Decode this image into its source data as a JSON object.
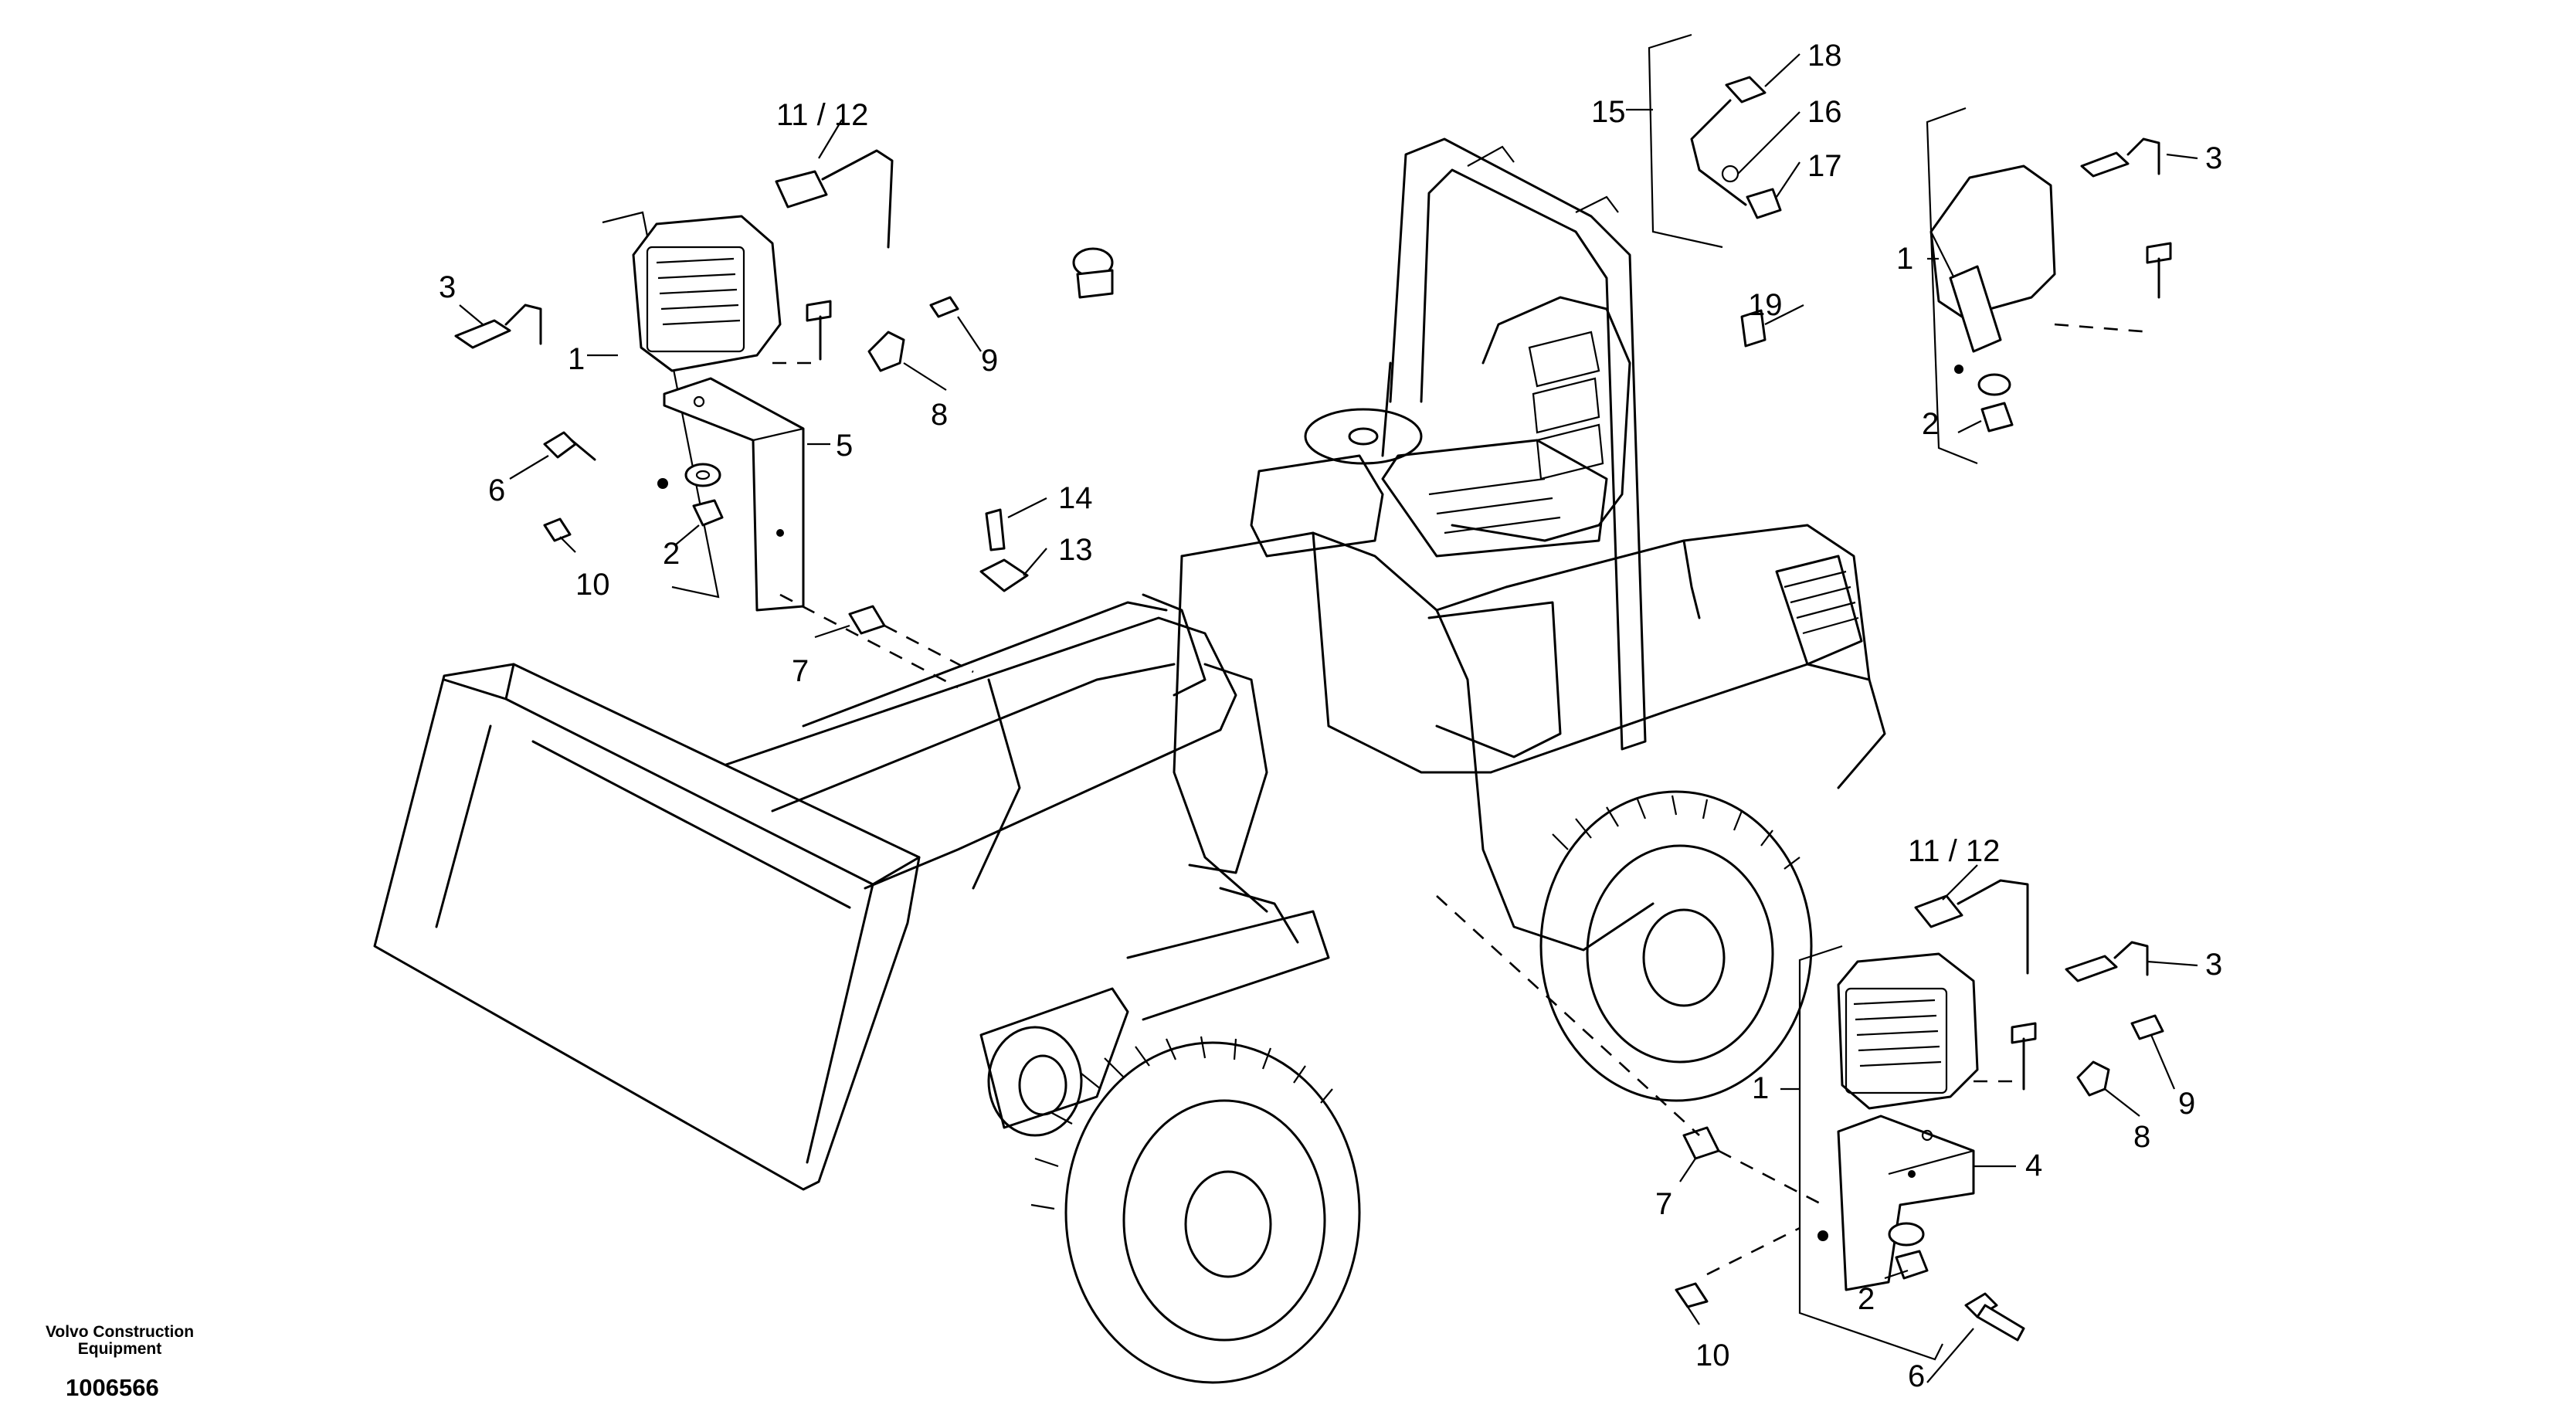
{
  "footer": {
    "brand_line1": "Volvo Construction",
    "brand_line2": "Equipment",
    "drawing_number": "1006566"
  },
  "callouts": {
    "front_left": {
      "c11_12": "11 / 12",
      "c3": "3",
      "c1": "1",
      "c6": "6",
      "c10": "10",
      "c2": "2",
      "c5": "5",
      "c8": "8",
      "c9": "9",
      "c7": "7"
    },
    "center": {
      "c14": "14",
      "c13": "13"
    },
    "rear_harness": {
      "c15": "15",
      "c18": "18",
      "c16": "16",
      "c17": "17",
      "c19": "19"
    },
    "rear_right": {
      "c3": "3",
      "c1": "1",
      "c2": "2"
    },
    "front_right": {
      "c11_12": "11 / 12",
      "c3": "3",
      "c1": "1",
      "c9": "9",
      "c8": "8",
      "c4": "4",
      "c7": "7",
      "c2": "2",
      "c10": "10",
      "c6": "6"
    }
  },
  "colors": {
    "ink": "#000000",
    "paper": "#ffffff"
  }
}
